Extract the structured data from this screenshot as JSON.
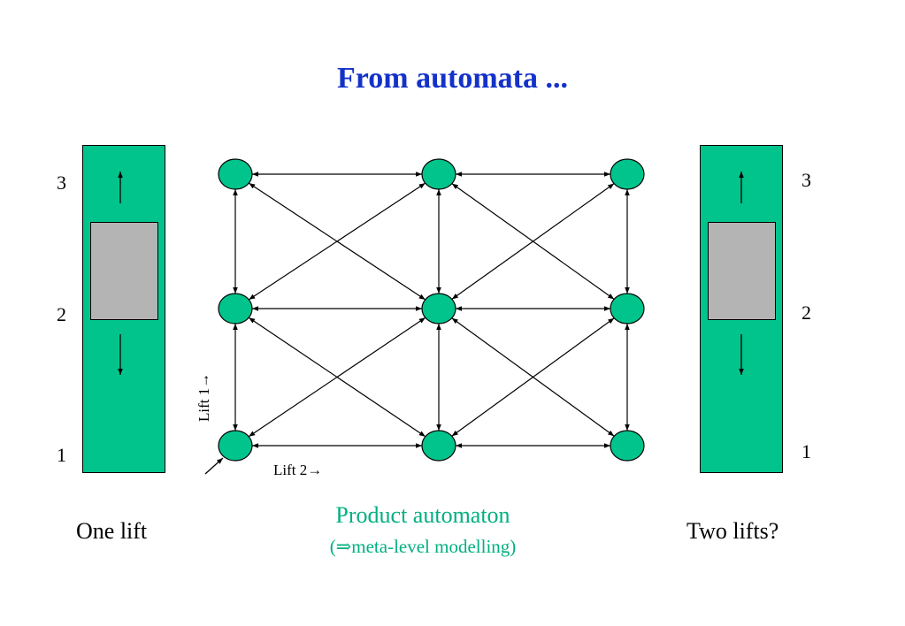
{
  "title": "From automata ...",
  "left_lift": {
    "caption": "One lift",
    "floors": [
      "3",
      "2",
      "1"
    ]
  },
  "right_lift": {
    "caption": "Two lifts?",
    "floors": [
      "3",
      "2",
      "1"
    ]
  },
  "product": {
    "title": "Product automaton",
    "subtitle": "(⇒meta-level modelling)",
    "lift1_label": "Lift 1→",
    "lift2_label": "Lift 2→"
  },
  "colors": {
    "title": "#1432c8",
    "shaft": "#00c48c",
    "car": "#b4b4b4",
    "product_text": "#00b080"
  },
  "diagram": {
    "nodes": [
      {
        "id": "s11"
      },
      {
        "id": "s12"
      },
      {
        "id": "s13"
      },
      {
        "id": "s21"
      },
      {
        "id": "s22"
      },
      {
        "id": "s23"
      },
      {
        "id": "s31"
      },
      {
        "id": "s32"
      },
      {
        "id": "s33"
      }
    ],
    "edges": [
      [
        "s11",
        "s12"
      ],
      [
        "s12",
        "s13"
      ],
      [
        "s21",
        "s22"
      ],
      [
        "s22",
        "s23"
      ],
      [
        "s31",
        "s32"
      ],
      [
        "s32",
        "s33"
      ],
      [
        "s11",
        "s21"
      ],
      [
        "s21",
        "s31"
      ],
      [
        "s12",
        "s22"
      ],
      [
        "s22",
        "s32"
      ],
      [
        "s13",
        "s23"
      ],
      [
        "s23",
        "s33"
      ],
      [
        "s11",
        "s22"
      ],
      [
        "s12",
        "s21"
      ],
      [
        "s12",
        "s23"
      ],
      [
        "s13",
        "s22"
      ],
      [
        "s21",
        "s32"
      ],
      [
        "s22",
        "s31"
      ],
      [
        "s22",
        "s33"
      ],
      [
        "s23",
        "s32"
      ]
    ],
    "initial_state": "s31"
  }
}
